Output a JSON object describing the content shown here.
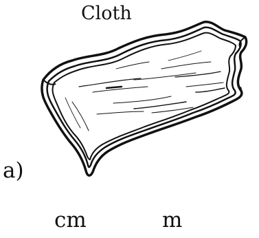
{
  "figure": {
    "title": "Cloth",
    "question_label": "a)",
    "units": {
      "cm": "cm",
      "m": "m"
    },
    "image": {
      "name": "cloth-drawing-icon",
      "ink_color": "#111111",
      "fill_color": "#ffffff"
    }
  }
}
